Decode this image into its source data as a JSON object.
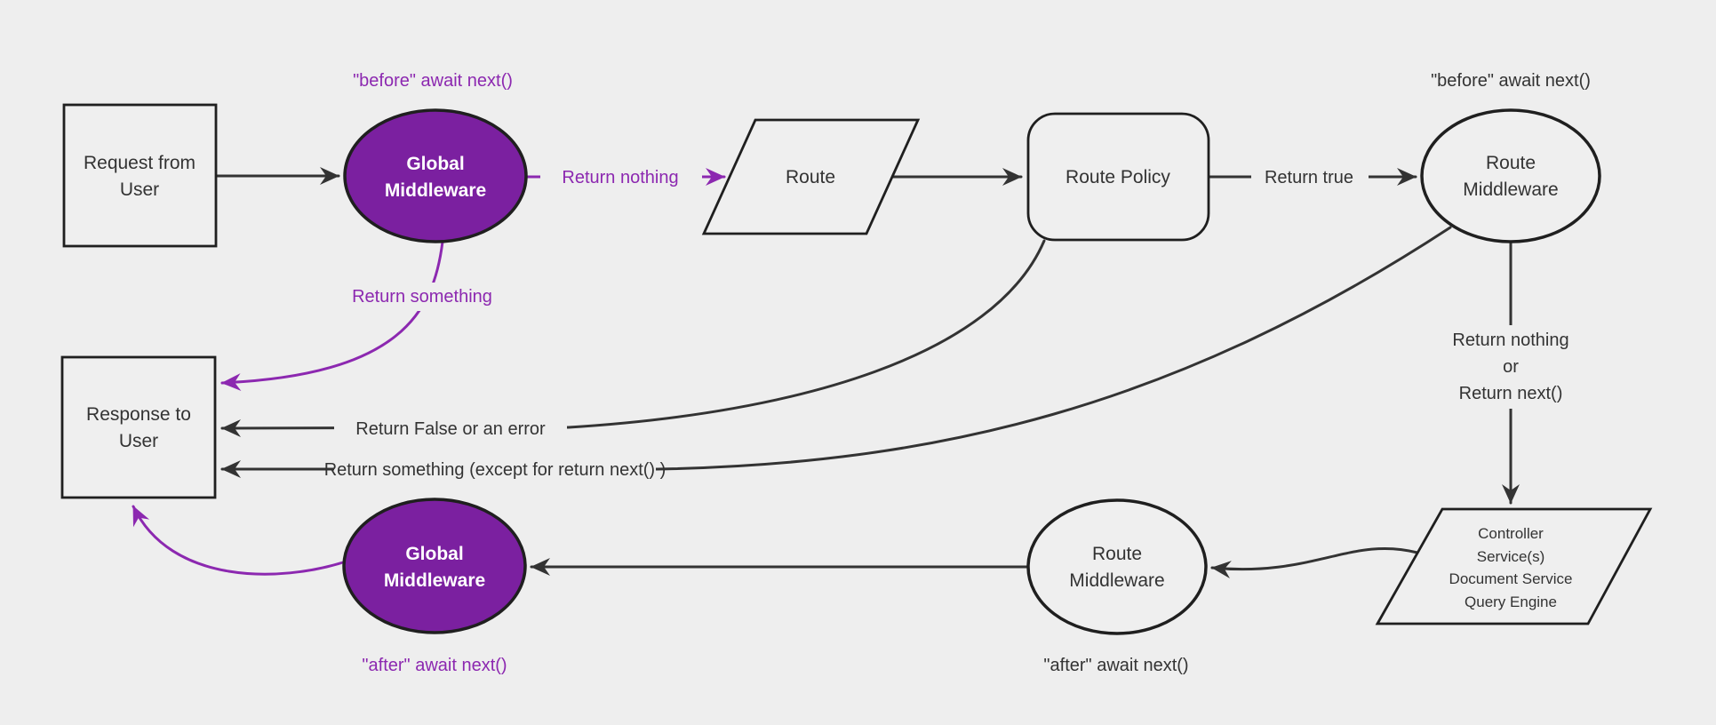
{
  "diagram": {
    "background": "#eeeeee",
    "colors": {
      "purple_fill": "#7b20a0",
      "purple_edge": "#8c28b0",
      "dark_edge": "#333333",
      "node_border": "#1f1f1f",
      "node_fill": "#efefef",
      "node_text": "#333333",
      "ellipse_text": "#ffffff"
    },
    "nodes": {
      "request": {
        "lines": [
          "Request from",
          "User"
        ]
      },
      "global_mw_top": {
        "lines": [
          "Global",
          "Middleware"
        ]
      },
      "route": {
        "lines": [
          "Route"
        ]
      },
      "route_policy": {
        "lines": [
          "Route Policy"
        ]
      },
      "route_mw_top": {
        "lines": [
          "Route",
          "Middleware"
        ]
      },
      "controller": {
        "lines": [
          "Controller",
          "Service(s)",
          "Document Service",
          "Query Engine"
        ]
      },
      "route_mw_bottom": {
        "lines": [
          "Route",
          "Middleware"
        ]
      },
      "global_mw_bottom": {
        "lines": [
          "Global",
          "Middleware"
        ]
      },
      "response": {
        "lines": [
          "Response to",
          "User"
        ]
      }
    },
    "labels": {
      "before_await_global": "\"before\" await next()",
      "before_await_route": "\"before\" await next()",
      "after_await_global": "\"after\" await next()",
      "after_await_route": "\"after\" await next()",
      "return_nothing": "Return nothing",
      "return_true": "Return true",
      "return_something": "Return something",
      "return_false_or_error": "Return False or an error",
      "return_something_except": "Return something (except for return next() )",
      "return_nothing_or": [
        "Return nothing",
        "or",
        "Return next()"
      ]
    }
  }
}
